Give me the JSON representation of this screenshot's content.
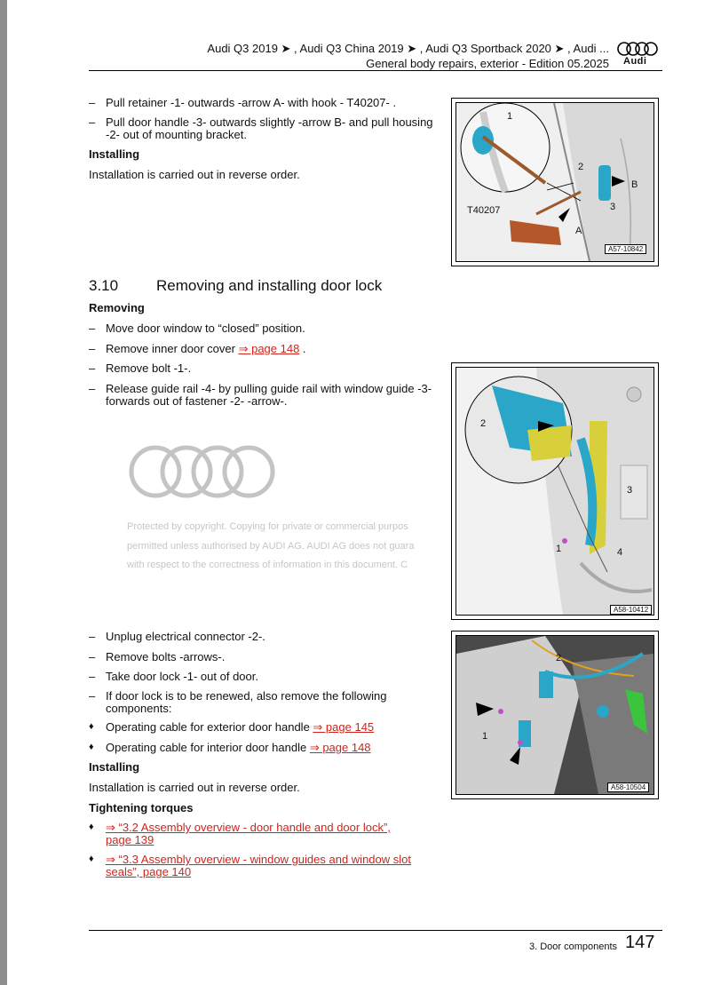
{
  "header": {
    "models": "Audi Q3 2019 ➤ , Audi Q3 China 2019 ➤ , Audi Q3 Sportback 2020 ➤ , Audi ...",
    "edition": "General body repairs, exterior - Edition 05.2025",
    "logo_text": "Audi"
  },
  "block1": {
    "steps": [
      "Pull retainer -1- outwards -arrow A- with hook - T40207- .",
      "Pull door handle -3- outwards slightly -arrow B- and pull housing -2- out of mounting bracket."
    ],
    "installing_heading": "Installing",
    "installing_text": "Installation is carried out in reverse order."
  },
  "figure1": {
    "id": "A57-10842",
    "labels": {
      "c1": "1",
      "c2": "2",
      "c3": "3",
      "a": "A",
      "b": "B",
      "tool": "T40207"
    }
  },
  "section": {
    "number": "3.10",
    "title": "Removing and installing door lock",
    "removing_heading": "Removing",
    "steps": [
      {
        "text": "Move door window to “closed” position.",
        "link": ""
      },
      {
        "text": "Remove inner door cover ",
        "link": "⇒ page 148",
        "after": " ."
      },
      {
        "text": "Remove bolt -1-.",
        "link": ""
      },
      {
        "text": "Release guide rail -4- by pulling guide rail with window guide -3- forwards out of fastener -2- -arrow-.",
        "link": ""
      }
    ]
  },
  "figure2": {
    "id": "A58-10412",
    "labels": {
      "c1": "1",
      "c2": "2",
      "c3": "3",
      "c4": "4"
    }
  },
  "watermark": {
    "line1": "Protected by copyright. Copying for private or commercial purpos",
    "line2": "permitted unless authorised by AUDI AG. AUDI AG does not guara",
    "line3": "with respect to the correctness of information in this document. C"
  },
  "block3": {
    "steps": [
      "Unplug electrical connector -2-.",
      "Remove bolts -arrows-.",
      "Take door lock -1- out of door.",
      "If door lock is to be renewed, also remove the following components:"
    ],
    "components": [
      {
        "text": "Operating cable for exterior door handle ",
        "link": "⇒ page 145"
      },
      {
        "text": "Operating cable for interior door handle ",
        "link": "⇒ page 148"
      }
    ],
    "installing_heading": "Installing",
    "installing_text": "Installation is carried out in reverse order.",
    "torques_heading": "Tightening torques",
    "torques": [
      {
        "link1": "⇒ “3.2 Assembly overview - door handle and door lock”,",
        "link2": "page 139"
      },
      {
        "link1": "⇒ “3.3 Assembly overview - window guides and window slot",
        "link2": "seals”, page 140"
      }
    ]
  },
  "figure3": {
    "id": "A58-10504",
    "labels": {
      "c1": "1",
      "c2": "2"
    }
  },
  "footer": {
    "chapter": "3. Door components",
    "page": "147"
  }
}
